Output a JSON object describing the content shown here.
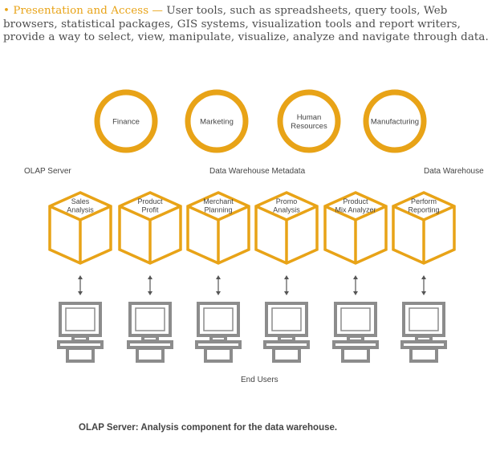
{
  "intro": {
    "bullet": "•",
    "term": "Presentation and Access —",
    "text": "User tools, such as spreadsheets, query tools, Web browsers, statistical packages, GIS systems, visualization tools and report writers, provide a way to select, view, manipulate, visualize, analyze and navigate through data."
  },
  "departments": [
    {
      "lines": [
        "Finance"
      ]
    },
    {
      "lines": [
        "Marketing"
      ]
    },
    {
      "lines": [
        "Human",
        "Resources"
      ]
    },
    {
      "lines": [
        "Manufacturing"
      ]
    }
  ],
  "labels": {
    "olap_server": "OLAP Server",
    "metadata": "Data Warehouse Metadata",
    "data_warehouse": "Data Warehouse",
    "end_users": "End Users"
  },
  "cubes": [
    {
      "lines": [
        "Sales",
        "Analysis"
      ]
    },
    {
      "lines": [
        "Product",
        "Profit"
      ]
    },
    {
      "lines": [
        "Merchant",
        "Planning"
      ]
    },
    {
      "lines": [
        "Promo",
        "Analysis"
      ]
    },
    {
      "lines": [
        "Product",
        "Mix Analyzer"
      ]
    },
    {
      "lines": [
        "Perform",
        "Reporting"
      ]
    }
  ],
  "caption": "OLAP Server: Analysis component for the data warehouse.",
  "colors": {
    "accent": "#e8a317",
    "terminal": "#8c8c8c",
    "arrow": "#555555"
  }
}
